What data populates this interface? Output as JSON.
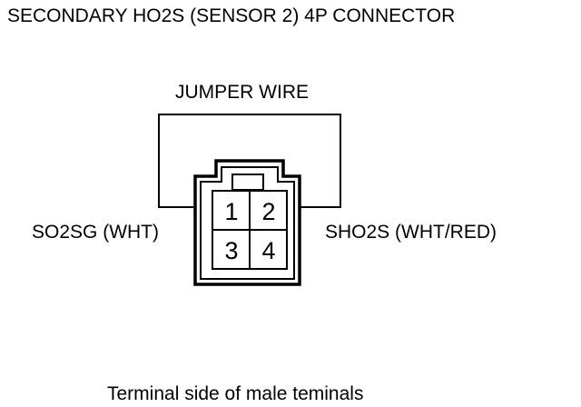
{
  "title": "SECONDARY HO2S (SENSOR 2) 4P CONNECTOR",
  "jumper_label": "JUMPER WIRE",
  "left_wire_label": "SO2SG (WHT)",
  "right_wire_label": "SHO2S (WHT/RED)",
  "footer": "Terminal side of male teminals",
  "pins": [
    "1",
    "2",
    "3",
    "4"
  ],
  "colors": {
    "line": "#000000",
    "background": "#ffffff"
  }
}
